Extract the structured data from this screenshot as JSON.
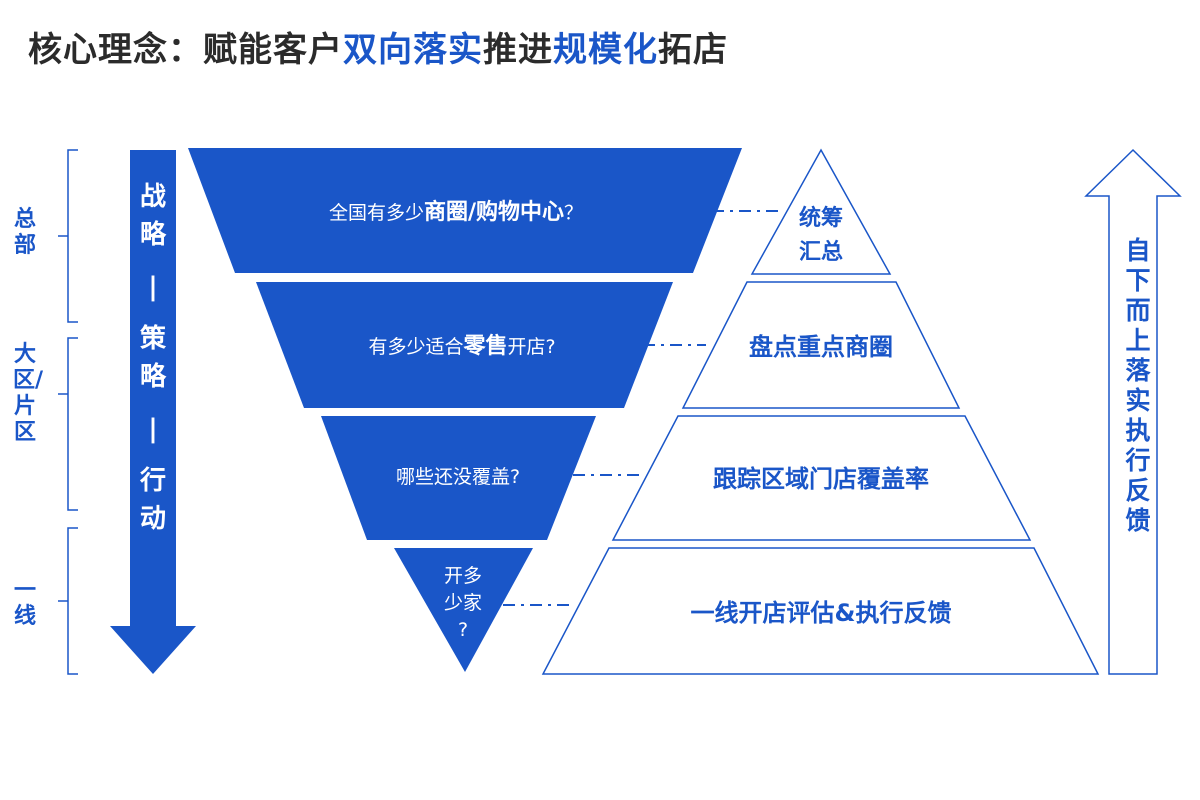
{
  "title": {
    "pre": "核心理念：赋能客户",
    "hl1": "双向落实",
    "mid": "推进",
    "hl2": "规模化",
    "post": "拓店"
  },
  "levels": [
    {
      "label": "总部"
    },
    {
      "label": "大区/片区"
    },
    {
      "label": "一线"
    }
  ],
  "down_arrow": {
    "chars": [
      "战",
      "略",
      "|",
      "策",
      "略",
      "|",
      "行",
      "动"
    ]
  },
  "funnel": [
    {
      "pre": "全国有多少",
      "bold": "商圈/购物中心",
      "post": "？"
    },
    {
      "pre": "有多少适合",
      "bold": "零售",
      "post": "开店?"
    },
    {
      "pre": "哪些还没覆盖?",
      "bold": "",
      "post": ""
    },
    {
      "line1": "开多",
      "line2": "少家",
      "line3": "?"
    }
  ],
  "pyramid": [
    {
      "line1": "统筹",
      "line2": "汇总"
    },
    {
      "text": "盘点重点商圈"
    },
    {
      "text": "跟踪区域门店覆盖率"
    },
    {
      "text": "一线开店评估&执行反馈"
    }
  ],
  "up_arrow": {
    "chars": [
      "自",
      "下",
      "而",
      "上",
      "落",
      "实",
      "执",
      "行",
      "反",
      "馈"
    ]
  },
  "colors": {
    "accent": "#1a56c8",
    "dark": "#2b2b2b"
  }
}
